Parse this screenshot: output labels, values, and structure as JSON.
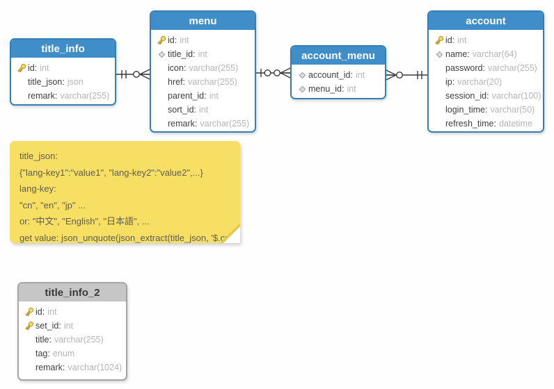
{
  "diagram": {
    "tables": [
      {
        "name": "title_info",
        "variant": "blue",
        "fields": [
          {
            "icon": "key",
            "name": "id",
            "type": "int"
          },
          {
            "icon": "none",
            "name": "title_json",
            "type": "json"
          },
          {
            "icon": "none",
            "name": "remark",
            "type": "varchar(255)"
          }
        ]
      },
      {
        "name": "menu",
        "variant": "blue",
        "fields": [
          {
            "icon": "key",
            "name": "id",
            "type": "int"
          },
          {
            "icon": "diamond",
            "name": "title_id",
            "type": "int"
          },
          {
            "icon": "none",
            "name": "icon",
            "type": "varchar(255)"
          },
          {
            "icon": "none",
            "name": "href",
            "type": "varchar(255)"
          },
          {
            "icon": "none",
            "name": "parent_id",
            "type": "int"
          },
          {
            "icon": "none",
            "name": "sort_id",
            "type": "int"
          },
          {
            "icon": "none",
            "name": "remark",
            "type": "varchar(255)"
          }
        ]
      },
      {
        "name": "account_menu",
        "variant": "blue",
        "fields": [
          {
            "icon": "diamond",
            "name": "account_id",
            "type": "int"
          },
          {
            "icon": "diamond",
            "name": "menu_id",
            "type": "int"
          }
        ]
      },
      {
        "name": "account",
        "variant": "blue",
        "fields": [
          {
            "icon": "key",
            "name": "id",
            "type": "int"
          },
          {
            "icon": "diamond",
            "name": "name",
            "type": "varchar(64)"
          },
          {
            "icon": "none",
            "name": "password",
            "type": "varchar(255)"
          },
          {
            "icon": "none",
            "name": "ip",
            "type": "varchar(20)"
          },
          {
            "icon": "none",
            "name": "session_id",
            "type": "varchar(100)"
          },
          {
            "icon": "none",
            "name": "login_time",
            "type": "varchar(50)"
          },
          {
            "icon": "none",
            "name": "refresh_time",
            "type": "datetime"
          }
        ]
      },
      {
        "name": "title_info_2",
        "variant": "gray",
        "fields": [
          {
            "icon": "key",
            "name": "id",
            "type": "int"
          },
          {
            "icon": "key",
            "name": "set_id",
            "type": "int"
          },
          {
            "icon": "none",
            "name": "title",
            "type": "varchar(255)"
          },
          {
            "icon": "none",
            "name": "tag",
            "type": "enum"
          },
          {
            "icon": "none",
            "name": "remark",
            "type": "varchar(1024)"
          }
        ]
      }
    ],
    "relationships": [
      {
        "from": "title_info",
        "to": "menu",
        "from_symbol": "one",
        "to_symbol": "many-optional"
      },
      {
        "from": "menu",
        "to": "account_menu",
        "from_symbol": "one-optional",
        "to_symbol": "many-optional"
      },
      {
        "from": "account_menu",
        "to": "account",
        "from_symbol": "many-optional",
        "to_symbol": "one"
      }
    ],
    "note": {
      "lines": [
        "title_json:",
        "{\"lang-key1\":\"value1\", \"lang-key2\":\"value2\",...}",
        "lang-key:",
        "\"cn\", \"en\", \"jp\" ...",
        "or: \"中文\", \"English\", \"日本語\", ...",
        "get value: json_unquote(json_extract(title_json, '$.cn')"
      ]
    },
    "colors": {
      "table_header_blue": "#3f8ec9",
      "table_border_blue": "#3480b6",
      "table_header_gray": "#c7c6c6",
      "table_border_gray": "#a6a5a5",
      "note_bg": "#f7df63",
      "note_fold_shadow": "#e2c84e",
      "note_text": "#5e5d52",
      "line": "#3a3a3a",
      "field_name_color": "#3f3f3f",
      "field_type_color": "#b5b5b5"
    }
  }
}
